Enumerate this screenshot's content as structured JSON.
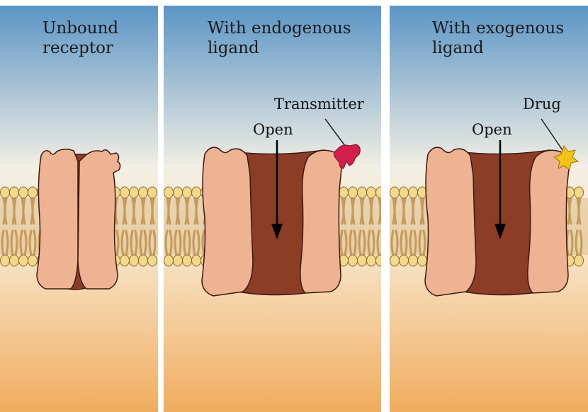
{
  "panels": [
    {
      "title": "Unbound\nreceptor"
    },
    {
      "title": "With endogenous\nligand",
      "open_label": "Open",
      "ligand_label": "Transmitter",
      "ligand_color": "#d21e4a"
    },
    {
      "title": "With exogenous\nligand",
      "open_label": "Open",
      "ligand_label": "Drug",
      "ligand_color": "#f5c21a"
    }
  ],
  "colors": {
    "sky_top": "#5b95c6",
    "sky_bottom": "#f3efe4",
    "cyto_top": "#f8e6cc",
    "cyto_bottom": "#f2b46a",
    "lipid_head": "#f4d98c",
    "lipid_tail": "#c59a5a",
    "receptor_subunit": "#eeb393",
    "receptor_core": "#8b3e25"
  }
}
